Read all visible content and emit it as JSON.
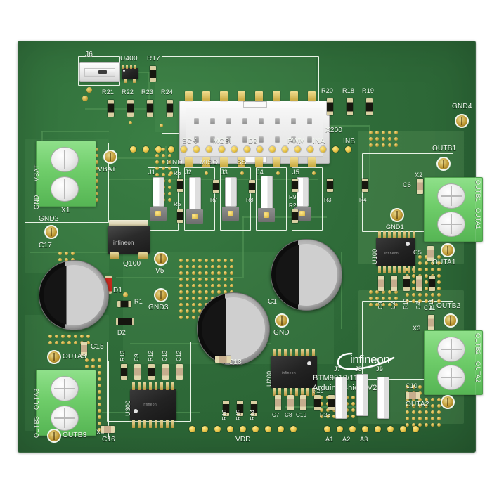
{
  "board": {
    "product_line": "BTM9010/11",
    "product_name": "Arduino Shield V2.1",
    "brand": "infineon",
    "colors": {
      "solder_mask": "#2f6c39",
      "copper_pad": "#e8c348",
      "silkscreen": "#f2f8f0",
      "terminal_block": "#6fcd6a",
      "connector_white": "#f1f1f1",
      "ic_black": "#232323",
      "diode_red": "#c4271c"
    }
  },
  "headers": {
    "signal_labels_top": [
      "SCK",
      "MOSI",
      "D9",
      "PWM",
      "INA",
      "INB"
    ],
    "signal_labels_bottom": [
      "GND",
      "MISO",
      "SS"
    ],
    "bottom_labels": [
      "VDD",
      "A1",
      "A2",
      "A3"
    ],
    "box_header": "X200"
  },
  "test_points": [
    {
      "id": "VBAT",
      "label": "VBAT"
    },
    {
      "id": "GND2",
      "label": "GND2"
    },
    {
      "id": "GND3",
      "label": "GND3"
    },
    {
      "id": "V5",
      "label": "V5"
    },
    {
      "id": "GND",
      "label": "GND"
    },
    {
      "id": "GND1",
      "label": "GND1"
    },
    {
      "id": "GND4",
      "label": "GND4"
    },
    {
      "id": "OUTA1",
      "label": "OUTA1"
    },
    {
      "id": "OUTB1",
      "label": "OUTB1"
    },
    {
      "id": "OUTA2",
      "label": "OUTA2"
    },
    {
      "id": "OUTB2",
      "label": "OUTB2"
    },
    {
      "id": "OUTA3",
      "label": "OUTA3"
    },
    {
      "id": "OUTB3",
      "label": "OUTB3"
    }
  ],
  "terminal_blocks": [
    {
      "designator": "X1",
      "side_labels": [
        "VBAT",
        "GND"
      ],
      "ways": 2
    },
    {
      "designator": "X2",
      "side_labels": [
        "OUTB1",
        "OUTA1"
      ],
      "ways": 2
    },
    {
      "designator": "X3",
      "side_labels": [
        "OUTB2",
        "OUTA2"
      ],
      "ways": 2
    },
    {
      "designator": "X4",
      "side_labels": [
        "OUTA3",
        "OUTB3"
      ],
      "ways": 2
    }
  ],
  "jumpers": [
    "J1",
    "J2",
    "J3",
    "J4",
    "J5",
    "J6",
    "J7",
    "J8",
    "J9"
  ],
  "ics": [
    {
      "designator": "U100",
      "mark": "infineon"
    },
    {
      "designator": "U200",
      "mark": "infineon"
    },
    {
      "designator": "U300",
      "mark": "infineon"
    },
    {
      "designator": "U400",
      "mark": ""
    },
    {
      "designator": "Q100",
      "mark": "infineon",
      "type": "mosfet"
    }
  ],
  "resistors": [
    "R1",
    "R2",
    "R3",
    "R4",
    "R5",
    "R6",
    "R7",
    "R8",
    "R9",
    "R10",
    "R11",
    "R12",
    "R13",
    "R14",
    "R15",
    "R16",
    "R17",
    "R18",
    "R19",
    "R20",
    "R21",
    "R22",
    "R23",
    "R24",
    "R25",
    "R26"
  ],
  "capacitors": [
    "C1",
    "C2",
    "C3",
    "C4",
    "C5",
    "C6",
    "C7",
    "C8",
    "C9",
    "C10",
    "C11",
    "C12",
    "C13",
    "C15",
    "C16",
    "C17",
    "C18",
    "C19"
  ],
  "diodes": [
    "D1",
    "D2"
  ],
  "labels": {
    "j6": "J6",
    "u400": "U400",
    "r17": "R17",
    "r21": "R21",
    "r22": "R22",
    "r23": "R23",
    "r24": "R24",
    "r20": "R20",
    "r18": "R18",
    "r19": "R19",
    "x200": "X200",
    "sck": "SCK",
    "mosi": "MOSI",
    "d9": "D9",
    "pwm": "PWM",
    "ina": "INA",
    "inb": "INB",
    "gnd": "GND",
    "miso": "MISO",
    "ss": "SS",
    "j1": "J1",
    "j2": "J2",
    "j3": "J3",
    "j4": "J4",
    "j5": "J5",
    "r6": "R6",
    "r5": "R5",
    "r7": "R7",
    "r8": "R8",
    "r9": "R9",
    "r2": "R2",
    "r3": "R3",
    "r4": "R4",
    "vbat_tp": "VBAT",
    "vbat_side": "VBAT",
    "gnd_side": "GND",
    "x1": "X1",
    "gnd2": "GND2",
    "c17": "C17",
    "q100": "Q100",
    "d1": "D1",
    "d2": "D2",
    "r1": "R1",
    "v5": "V5",
    "gnd3": "GND3",
    "c1": "C1",
    "gnd_tp": "GND",
    "c18": "C18",
    "c15": "C15",
    "outa3": "OUTA3",
    "outb3": "OUTB3",
    "c16": "C16",
    "x4": "X4",
    "r13": "R13",
    "c9": "C9",
    "r12": "R12",
    "c13": "C13",
    "c12": "C12",
    "u300": "U300",
    "r16": "R16",
    "r15": "R15",
    "r14": "R14",
    "u200": "U200",
    "c7": "C7",
    "c8": "C8",
    "c19": "C19",
    "r25": "R25",
    "r26": "R26",
    "j7": "J7",
    "j8": "J8",
    "j9": "J9",
    "vdd": "VDD",
    "a1": "A1",
    "a2": "A2",
    "a3": "A3",
    "u100": "U100",
    "c3": "C3",
    "c2": "C2",
    "r10": "R10",
    "c4": "C4",
    "r11": "R11",
    "c5": "C5",
    "c6": "C6",
    "c11": "C11",
    "c10": "C10",
    "gnd1": "GND1",
    "gnd4": "GND4",
    "outb1": "OUTB1",
    "outa1": "OUTA1",
    "x2": "X2",
    "outb2": "OUTB2",
    "outa2": "OUTA2",
    "x3": "X3",
    "x2_side_b": "OUTB1",
    "x2_side_a": "OUTA1",
    "x3_side_b": "OUTB2",
    "x3_side_a": "OUTA2",
    "x4_side_a": "OUTA3",
    "x4_side_b": "OUTB3",
    "brand": "infineon",
    "title_line1": "BTM9010/11",
    "title_line2": "Arduino Shield V2.1"
  }
}
